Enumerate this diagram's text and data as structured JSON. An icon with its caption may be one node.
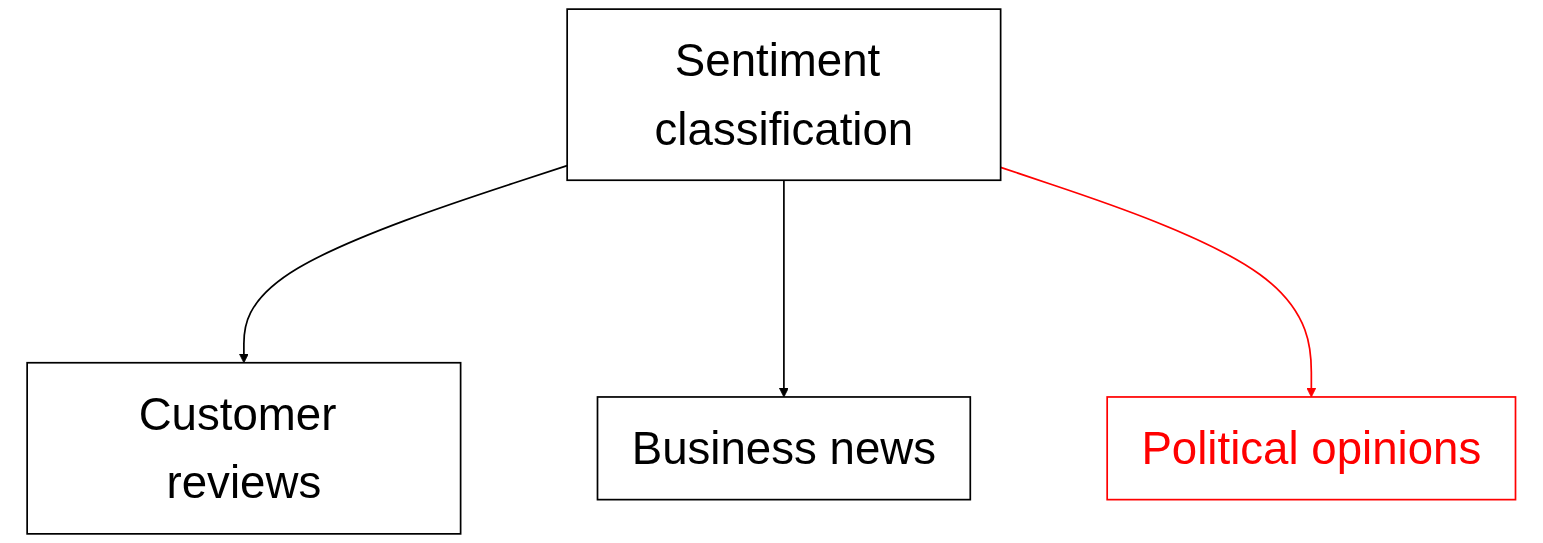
{
  "diagram": {
    "nodes": [
      {
        "text": [
          "Sentiment classification"
        ]
      },
      {
        "text": [
          "Customer reviews"
        ]
      },
      {
        "text": [
          "Business news"
        ]
      },
      {
        "text": [
          "Political opinions"
        ]
      }
    ],
    "edges": [
      {
        "from": 0,
        "to": 1,
        "arrow": "to"
      },
      {
        "from": 0,
        "to": 2,
        "arrow": "to"
      },
      {
        "from": 0,
        "to": 3,
        "arrow": "to",
        "color": "#ff0000"
      }
    ]
  }
}
